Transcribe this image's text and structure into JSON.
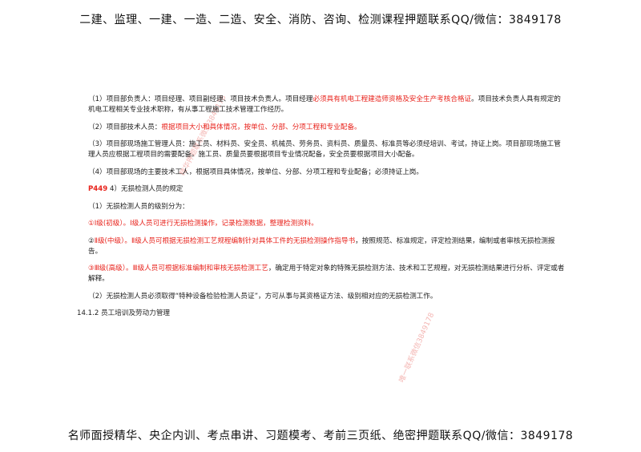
{
  "header": {
    "text": "二建、监理、一建、一造、二造、安全、消防、咨询、检测课程押题联系QQ/微信：3849178"
  },
  "footer": {
    "text": "名师面授精华、央企内训、考点串讲、习题模考、考前三页纸、绝密押题联系QQ/微信：3849178"
  },
  "watermarks": [
    "精华押题联系微信3849178",
    "唯一联系微信3849178"
  ],
  "paragraphs": {
    "p1": {
      "a": "（1）项目部负责人：项目经理、项目副经理、项目技术负责人。项目经理",
      "red": "必须具有机电工程建造师资格及安全生产考核合格证",
      "b": "。项目技术负责人具有规定的机电工程相关专业技术职称，有从事工程施工技术管理工作经历。"
    },
    "p2": {
      "a": "（2）项目部技术人员：",
      "red": "根据项目大小和具体情况，按单位、分部、分项工程和专业配备。"
    },
    "p3": {
      "a": "（3）项目部现场施工管理人员：施工员、材料员、安全员、机械员、劳务员、资料员、质量员、标准员等必须经培训、考试，持证上岗。项目部现场施工管理人员应根据工程项目的需要配备。施工员、质量员要根据项目专业情况配备，安全员要根据项目大小配备。"
    },
    "p4": {
      "a": "（4）项目部现场的主要技术工人，根据项目具体情况，按单位、分部、分项工程和专业配备；必须持证上岗。"
    },
    "p5": {
      "page_ref": "P449",
      "a": " 4）无损检测人员的规定"
    },
    "p6": {
      "a": "（1）无损检测人员的级别分为："
    },
    "p7": {
      "red": "①Ⅰ级(初级）。Ⅰ级人员可进行无损检测操作，记录检测数据，整理检测资料。"
    },
    "p8": {
      "a": "②",
      "red": "Ⅱ级(中级）。Ⅱ级人员可根据无损检测工艺规程编制针对具体工件的无损检测操作指导书",
      "b": "，按照规范、标准规定，评定检测结果，编制或者审核无损检测报告。"
    },
    "p9": {
      "red": "③Ⅲ级(高级）。Ⅲ级人员可根据标准编制和审核无损检测工艺",
      "b": "，确定用于特定对象的特殊无损检测方法、技术和工艺规程，对无损检测结果进行分析、评定或者解释。"
    },
    "p10": {
      "a": "（2）无损检测人员必须取得“特种设备检验检测人员证”，方可从事与其资格证方法、级别相对应的无损检测工作。"
    },
    "p11": {
      "a": "14.1.2 员工培训及劳动力管理"
    }
  }
}
